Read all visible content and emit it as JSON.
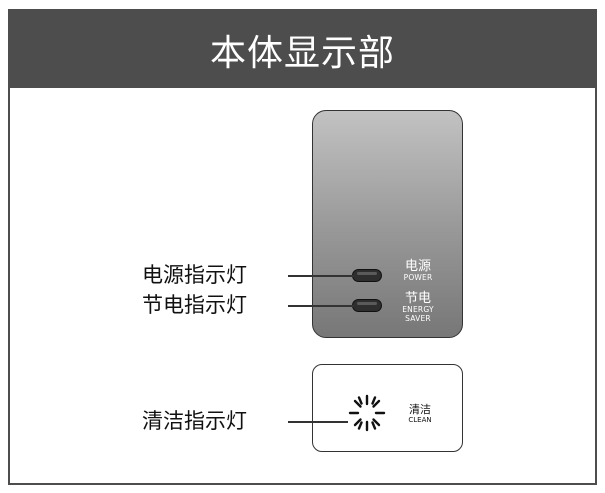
{
  "title": "本体显示部",
  "callouts": {
    "power": "电源指示灯",
    "energy": "节电指示灯",
    "clean": "清洁指示灯"
  },
  "panel": {
    "power_cn": "电源",
    "power_en": "POWER",
    "energy_cn": "节电",
    "energy_en_1": "ENERGY",
    "energy_en_2": "SAVER",
    "clean_cn": "清洁",
    "clean_en": "CLEAN"
  },
  "colors": {
    "header": "#4d4d4d",
    "panel_top": "#c2c2c2",
    "panel_bottom": "#777777"
  }
}
